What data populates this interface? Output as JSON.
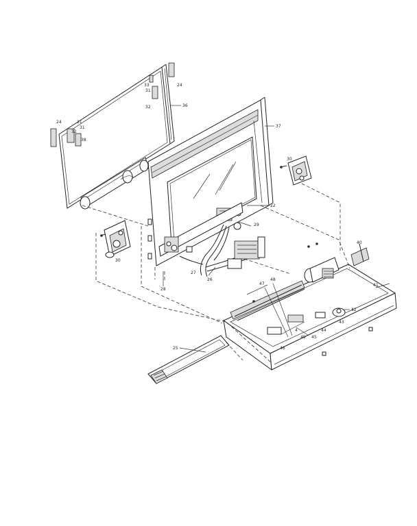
{
  "diagram": {
    "callouts": [
      {
        "id": "c24a",
        "text": "24"
      },
      {
        "id": "c31a",
        "text": "31"
      },
      {
        "id": "c31b",
        "text": "31"
      },
      {
        "id": "c32a",
        "text": "32"
      },
      {
        "id": "c38",
        "text": "38"
      },
      {
        "id": "c24b",
        "text": "24"
      },
      {
        "id": "c33",
        "text": "33"
      },
      {
        "id": "c31c",
        "text": "31"
      },
      {
        "id": "c32b",
        "text": "32"
      },
      {
        "id": "c36",
        "text": "36"
      },
      {
        "id": "c37",
        "text": "37"
      },
      {
        "id": "c30a",
        "text": "30"
      },
      {
        "id": "c22",
        "text": "22"
      },
      {
        "id": "c29",
        "text": "29"
      },
      {
        "id": "c30b",
        "text": "30"
      },
      {
        "id": "c28",
        "text": "28"
      },
      {
        "id": "c27",
        "text": "27"
      },
      {
        "id": "c26",
        "text": "26"
      },
      {
        "id": "c40",
        "text": "40"
      },
      {
        "id": "c41",
        "text": "41"
      },
      {
        "id": "c42",
        "text": "42"
      },
      {
        "id": "c43",
        "text": "43"
      },
      {
        "id": "c44",
        "text": "44"
      },
      {
        "id": "c45",
        "text": "45"
      },
      {
        "id": "c46",
        "text": "46"
      },
      {
        "id": "c47",
        "text": "47"
      },
      {
        "id": "c48",
        "text": "48"
      },
      {
        "id": "c49",
        "text": "49"
      },
      {
        "id": "c4",
        "text": "4"
      },
      {
        "id": "c25",
        "text": "25"
      }
    ]
  }
}
